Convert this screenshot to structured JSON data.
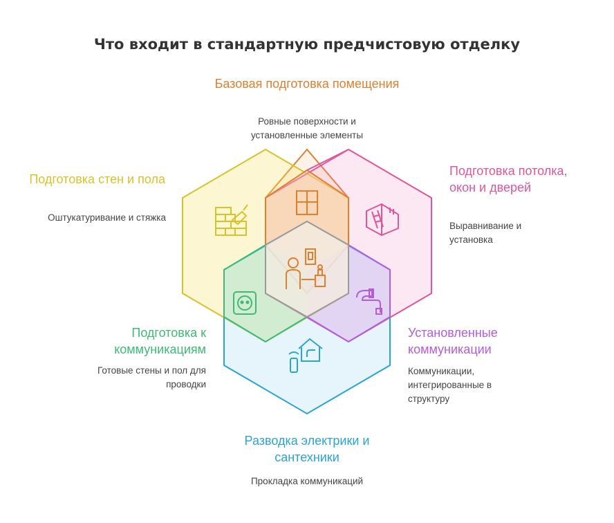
{
  "title": "Что входит в стандартную предчистовую отделку",
  "colors": {
    "orange": "#e07f2e",
    "pink": "#e0559a",
    "purple": "#b45be0",
    "blue": "#2aa3d6",
    "green": "#3dbb75",
    "yellow": "#d9c229",
    "center": "#9a9a9a"
  },
  "sections": {
    "top": {
      "label": "Базовая подготовка помещения",
      "desc": "Ровные поверхности и установленные элементы",
      "icon": "window-icon"
    },
    "top_right": {
      "label": "Подготовка потолка, окон и дверей",
      "desc": "Выравнивание и установка",
      "icon": "ladder-room-icon"
    },
    "bottom_right": {
      "label": "Установленные коммуникации",
      "desc": "Коммуникации, интегрированные в структуру",
      "icon": "pipe-icon"
    },
    "bottom": {
      "label": "Разводка электрики и сантехники",
      "desc": "Прокладка коммуникаций",
      "icon": "smart-home-icon"
    },
    "bottom_left": {
      "label": "Подготовка к коммуникациям",
      "desc": "Готовые стены и пол для проводки",
      "icon": "socket-icon"
    },
    "top_left": {
      "label": "Подготовка стен и пола",
      "desc": "Оштукатуривание и стяжка",
      "icon": "bricks-trowel-icon"
    },
    "center": {
      "icon": "worker-icon"
    }
  }
}
